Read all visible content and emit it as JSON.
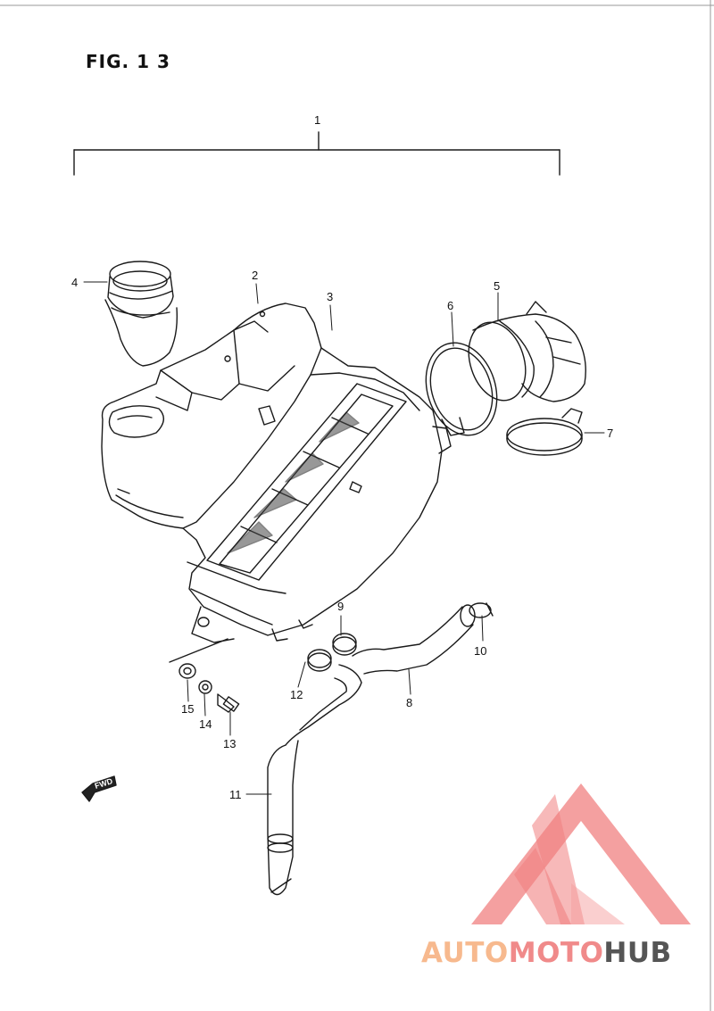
{
  "figure": {
    "title": "FIG. 1 3",
    "fwd_label": "FWD"
  },
  "callouts": [
    {
      "id": "1",
      "label": "1"
    },
    {
      "id": "2",
      "label": "2"
    },
    {
      "id": "3",
      "label": "3"
    },
    {
      "id": "4",
      "label": "4"
    },
    {
      "id": "5",
      "label": "5"
    },
    {
      "id": "6",
      "label": "6"
    },
    {
      "id": "7",
      "label": "7"
    },
    {
      "id": "8",
      "label": "8"
    },
    {
      "id": "9",
      "label": "9"
    },
    {
      "id": "10",
      "label": "10"
    },
    {
      "id": "11",
      "label": "11"
    },
    {
      "id": "12",
      "label": "12"
    },
    {
      "id": "13",
      "label": "13"
    },
    {
      "id": "14",
      "label": "14"
    },
    {
      "id": "15",
      "label": "15"
    }
  ],
  "watermark": {
    "part1": "AUTO",
    "part2": "MOTO",
    "part3": "HUB",
    "colors": {
      "auto": "#f7b98e",
      "moto": "#f08a8a",
      "hub": "#555555",
      "logo": "#f08080"
    }
  }
}
